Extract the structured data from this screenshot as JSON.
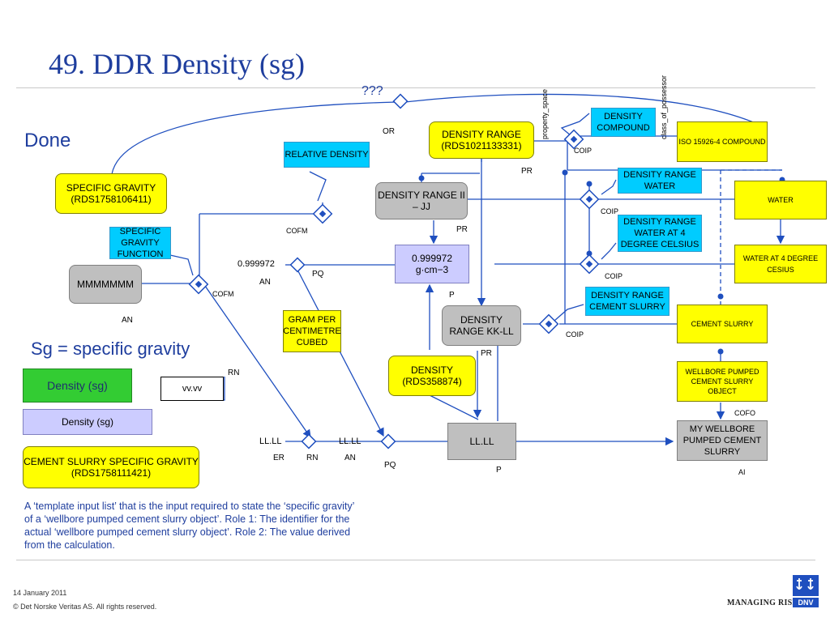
{
  "title": "49. DDR Density (sg)",
  "labels": {
    "qqq": "???",
    "done": "Done",
    "sg": "Sg = specific gravity",
    "or": "OR",
    "pr1": "PR",
    "pr2": "PR",
    "pr3": "PR",
    "p1": "P",
    "p2": "P",
    "coip1": "COIP",
    "coip2": "COIP",
    "coip3": "COIP",
    "coip4": "COIP",
    "cofm1": "COFM",
    "cofm2": "COFM",
    "an1": "AN",
    "an2": "AN",
    "an3": "AN",
    "pq1": "PQ",
    "pq2": "PQ",
    "er": "ER",
    "rn1": "RN",
    "rn2": "RN",
    "cofo": "COFO",
    "ai": "AI",
    "val1": "0.999972",
    "ll1": "LL.LL",
    "ll2": "LL.LL",
    "property_space": "property_space",
    "class_of_possessor": "class_of_possessor"
  },
  "boxes": {
    "specific_gravity": "SPECIFIC GRAVITY (RDS1758106411)",
    "relative_density": "RELATIVE DENSITY",
    "sg_function": "SPECIFIC GRAVITY FUNCTION",
    "mmmm": "MMMMMMM",
    "density_range": "DENSITY RANGE (RDS1021133331)",
    "density_range_ii": "DENSITY RANGE II – JJ",
    "val_gcm3": "0.999972 g·cm−3",
    "gram_per_cc": "GRAM PER CENTIMETRE CUBED",
    "density_rds": "DENSITY (RDS358874)",
    "density_range_kk": "DENSITY RANGE KK-LL",
    "ll_box": "LL.LL",
    "density_compound": "DENSITY COMPOUND",
    "iso_compound": "ISO 15926-4 COMPOUND",
    "dr_water": "DENSITY RANGE WATER",
    "water": "WATER",
    "dr_water4": "DENSITY RANGE WATER AT 4 DEGREE CELSIUS",
    "water4": "WATER AT 4 DEGREE CESIUS",
    "dr_cement": "DENSITY RANGE CEMENT SLURRY",
    "cement": "CEMENT SLURRY",
    "wellbore_obj": "WELLBORE PUMPED CEMENT SLURRY OBJECT",
    "my_wellbore": "MY WELLBORE PUMPED CEMENT SLURRY",
    "density_sg_green": "Density (sg)",
    "vv": "vv.vv",
    "density_sg_lav": "Density (sg)",
    "cement_sg": "CEMENT SLURRY SPECIFIC GRAVITY (RDS1758111421)"
  },
  "note": "A ‘template input list’ that is the input required to state the ‘specific gravity’ of a ‘wellbore pumped cement slurry object’.  Role 1: The identifier for the actual ‘wellbore pumped cement slurry object’.  Role 2: The value derived from the calculation.",
  "footer": {
    "date": "14 January 2011",
    "copyright": "© Det Norske Veritas AS. All rights reserved.",
    "tagline": "MANAGING RISK",
    "brand": "DNV"
  },
  "colors": {
    "title": "#1f3e9e",
    "line": "#1f4fbf",
    "yellow": "#ffff00",
    "cyan": "#00ccff",
    "grey": "#bfbfbf",
    "lavender": "#ccccff",
    "green": "#33cc33"
  }
}
